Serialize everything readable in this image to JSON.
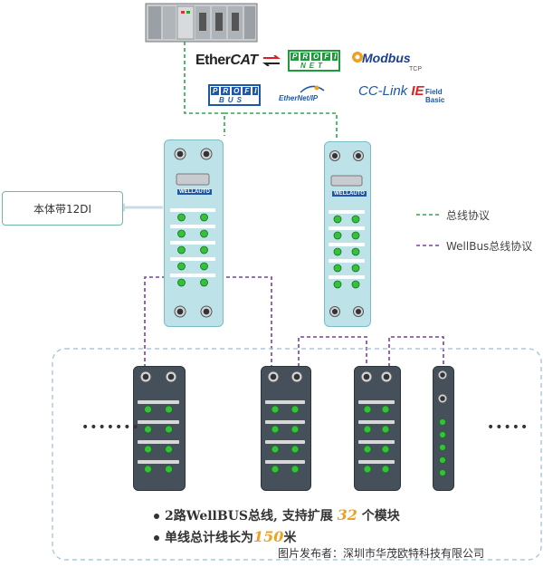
{
  "protocols": {
    "ethercat_a": "Ether",
    "ethercat_b": "CAT",
    "profinet_top": [
      "P",
      "R",
      "O",
      "F",
      "I"
    ],
    "profinet_bottom": [
      "N",
      "E",
      "T"
    ],
    "profibus_top": [
      "P",
      "R",
      "O",
      "F",
      "I"
    ],
    "profibus_bottom": [
      "B",
      "U",
      "S"
    ],
    "modbus": "Modbus",
    "modbus_sub": "TCP",
    "ethernetip": "EtherNet/IP",
    "cclink_a": "CC-Link",
    "cclink_b": "IE",
    "cclink_field": "Field",
    "cclink_basic": "Basic"
  },
  "callout": "本体带12DI",
  "legend": {
    "bus": "总线协议",
    "wellbus": "WellBus总线协议"
  },
  "module_brand": "WELLAUTO",
  "ellipsis_left": "•••••••",
  "ellipsis_right": "•••••",
  "bullets": {
    "line1_a": "2路WellBUS总线, 支持扩展",
    "line1_num": "32",
    "line1_b": "个模块",
    "line2_a": "单线总计线长为",
    "line2_num": "150",
    "line2_b": "米"
  },
  "watermark": "图片发布者：深圳市华茂欧特科技有限公司",
  "colors": {
    "bus_line": "#2aa84a",
    "wellbus_line": "#7b3fa0",
    "module_blue": "#bde3e8",
    "module_gray": "#46505a",
    "port_green": "#33c23a",
    "highlight": "#f0a020"
  }
}
